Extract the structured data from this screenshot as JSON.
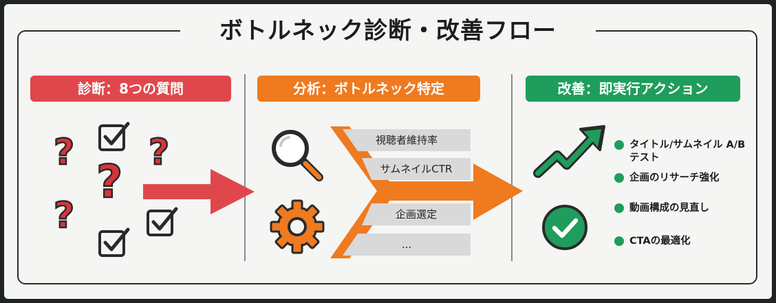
{
  "title": "ボトルネック診断・改善フロー",
  "columns": [
    {
      "header": "診断：8つの質問",
      "accent": "#e0474c"
    },
    {
      "header": "分析：ボトルネック特定",
      "accent": "#ef7a1f"
    },
    {
      "header": "改善：即実行アクション",
      "accent": "#1f9d5c"
    }
  ],
  "analysis_items": [
    "視聴者維持率",
    "サムネイルCTR",
    "企画選定",
    "..."
  ],
  "actions": [
    "タイトル/サムネイル A/Bテスト",
    "企画のリサーチ強化",
    "動画構成の見直し",
    "CTAの最適化"
  ],
  "icons": {
    "diagnosis": [
      "question-mark-icon",
      "checkbox-checked-icon"
    ],
    "analysis": [
      "magnifier-icon",
      "gear-icon"
    ],
    "improvement": [
      "trend-up-arrow-icon",
      "check-circle-icon"
    ],
    "flow": [
      "right-arrow-icon"
    ]
  }
}
